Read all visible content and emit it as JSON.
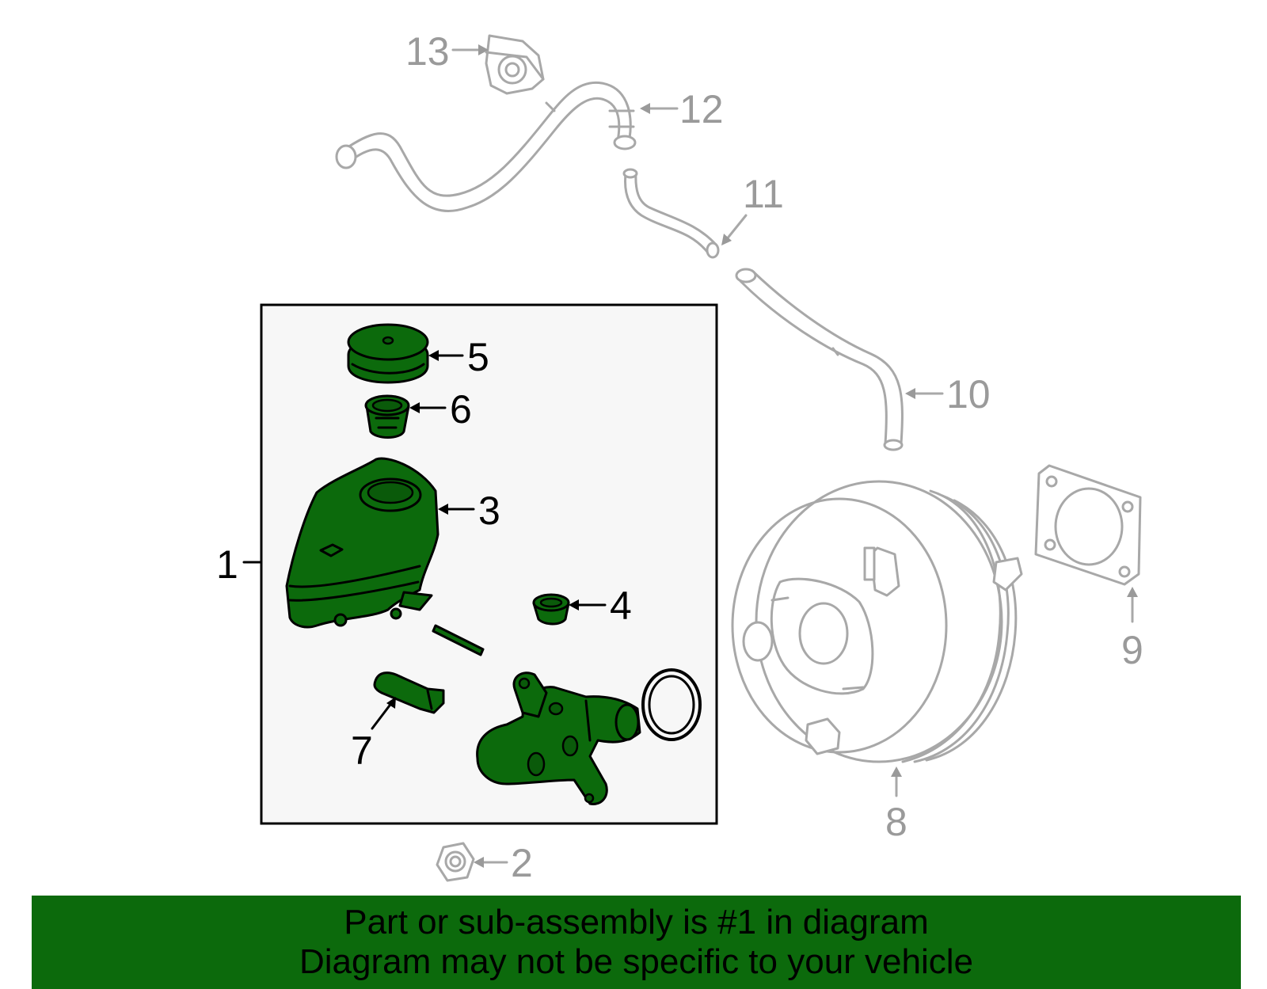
{
  "diagram": {
    "callouts": [
      {
        "id": "1",
        "label": "1",
        "color": "black"
      },
      {
        "id": "2",
        "label": "2",
        "color": "grey"
      },
      {
        "id": "3",
        "label": "3",
        "color": "black"
      },
      {
        "id": "4",
        "label": "4",
        "color": "black"
      },
      {
        "id": "5",
        "label": "5",
        "color": "black"
      },
      {
        "id": "6",
        "label": "6",
        "color": "black"
      },
      {
        "id": "7",
        "label": "7",
        "color": "black"
      },
      {
        "id": "8",
        "label": "8",
        "color": "grey"
      },
      {
        "id": "9",
        "label": "9",
        "color": "grey"
      },
      {
        "id": "10",
        "label": "10",
        "color": "grey"
      },
      {
        "id": "11",
        "label": "11",
        "color": "grey"
      },
      {
        "id": "12",
        "label": "12",
        "color": "grey"
      },
      {
        "id": "13",
        "label": "13",
        "color": "grey"
      }
    ],
    "colors": {
      "highlight_part": "#0c6a0c",
      "other_part": "#a8a8a8",
      "banner": "#0c6a0c",
      "assembly_box_fill": "#f7f7f7"
    }
  },
  "banner": {
    "line1": "Part or sub-assembly is #1 in diagram",
    "line2": "Diagram may not be specific to your vehicle"
  }
}
